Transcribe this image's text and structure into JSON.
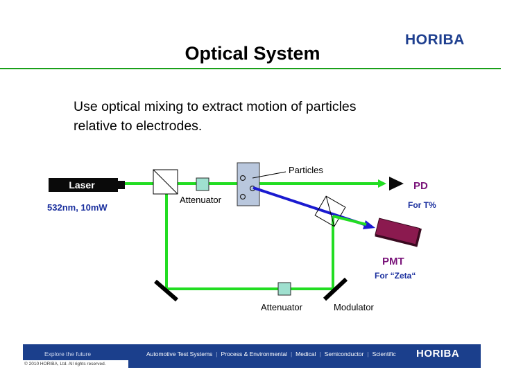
{
  "header": {
    "title": "Optical System",
    "logo": "HORIBA"
  },
  "body": {
    "subtitle": "Use optical mixing to extract motion of particles relative to electrodes."
  },
  "diagram": {
    "laser_label": "Laser",
    "laser_spec": "532nm, 10mW",
    "particles_label": "Particles",
    "attenuator_top_label": "Attenuator",
    "attenuator_bottom_label": "Attenuator",
    "modulator_label": "Modulator",
    "pd_label": "PD",
    "pd_note": "For T%",
    "pmt_label": "PMT",
    "pmt_note": "For “Zeta“",
    "colors": {
      "beam": "#22dd22",
      "scatter": "#1a1ad0",
      "pmt": "#8b1a4f",
      "particle_cell": "#b9c7dd"
    }
  },
  "footer": {
    "explore": "Explore the future",
    "nav": [
      "Automotive Test Systems",
      "Process & Environmental",
      "Medical",
      "Semiconductor",
      "Scientific"
    ],
    "logo": "HORIBA",
    "copyright": "© 2010 HORIBA, Ltd. All rights reserved."
  }
}
